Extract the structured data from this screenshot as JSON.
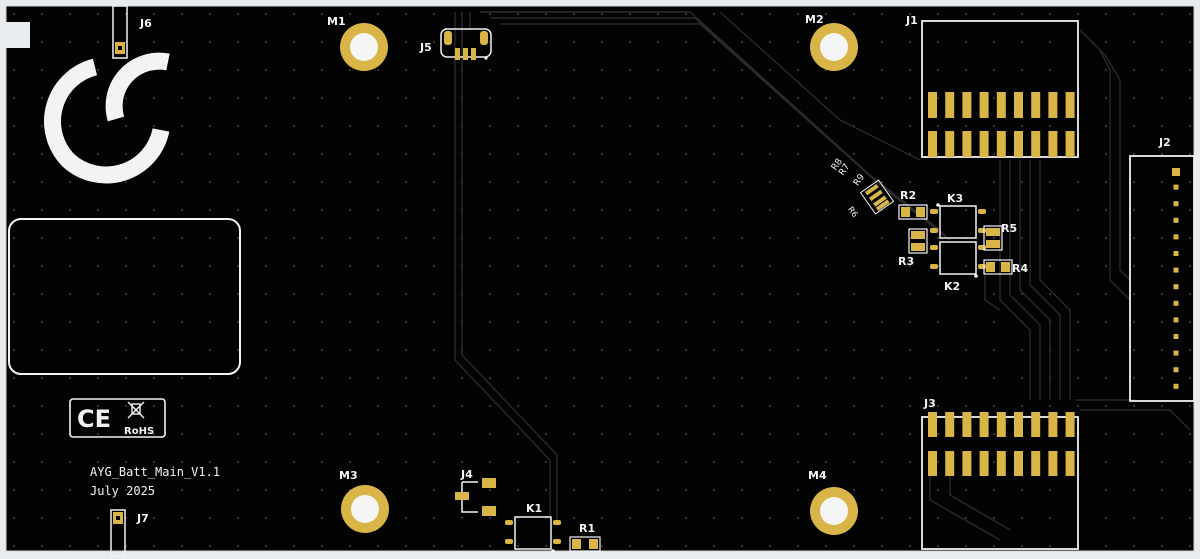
{
  "board": {
    "name": "AYG_Batt_Main_V1.1",
    "date": "July 2025"
  },
  "colors": {
    "background": "#e9ecef",
    "board": "#030303",
    "copper": "#e8c25a",
    "pad_gold": "#d9b548",
    "silkscreen": "#f3f3f3",
    "trace": "#2a2a2a",
    "via": "#3a3a3a"
  },
  "mount_holes": {
    "m1": "M1",
    "m2": "M2",
    "m3": "M3",
    "m4": "M4"
  },
  "connectors": {
    "j1": "J1",
    "j2": "J2",
    "j3": "J3",
    "j4": "J4",
    "j5": "J5",
    "j6": "J6",
    "j7": "J7"
  },
  "resistors": {
    "r1": "R1",
    "r2": "R2",
    "r3": "R3",
    "r4": "R4",
    "r5": "R5",
    "r6": "R6",
    "r7": "R7",
    "r8": "R8",
    "r9": "R9"
  },
  "ics": {
    "k1": "K1",
    "k2": "K2",
    "k3": "K3"
  },
  "marks": {
    "ce": "CE",
    "rohs": "RoHS"
  },
  "logo_icon": "company-logo-icon",
  "weee_icon": "crossed-bin-icon"
}
